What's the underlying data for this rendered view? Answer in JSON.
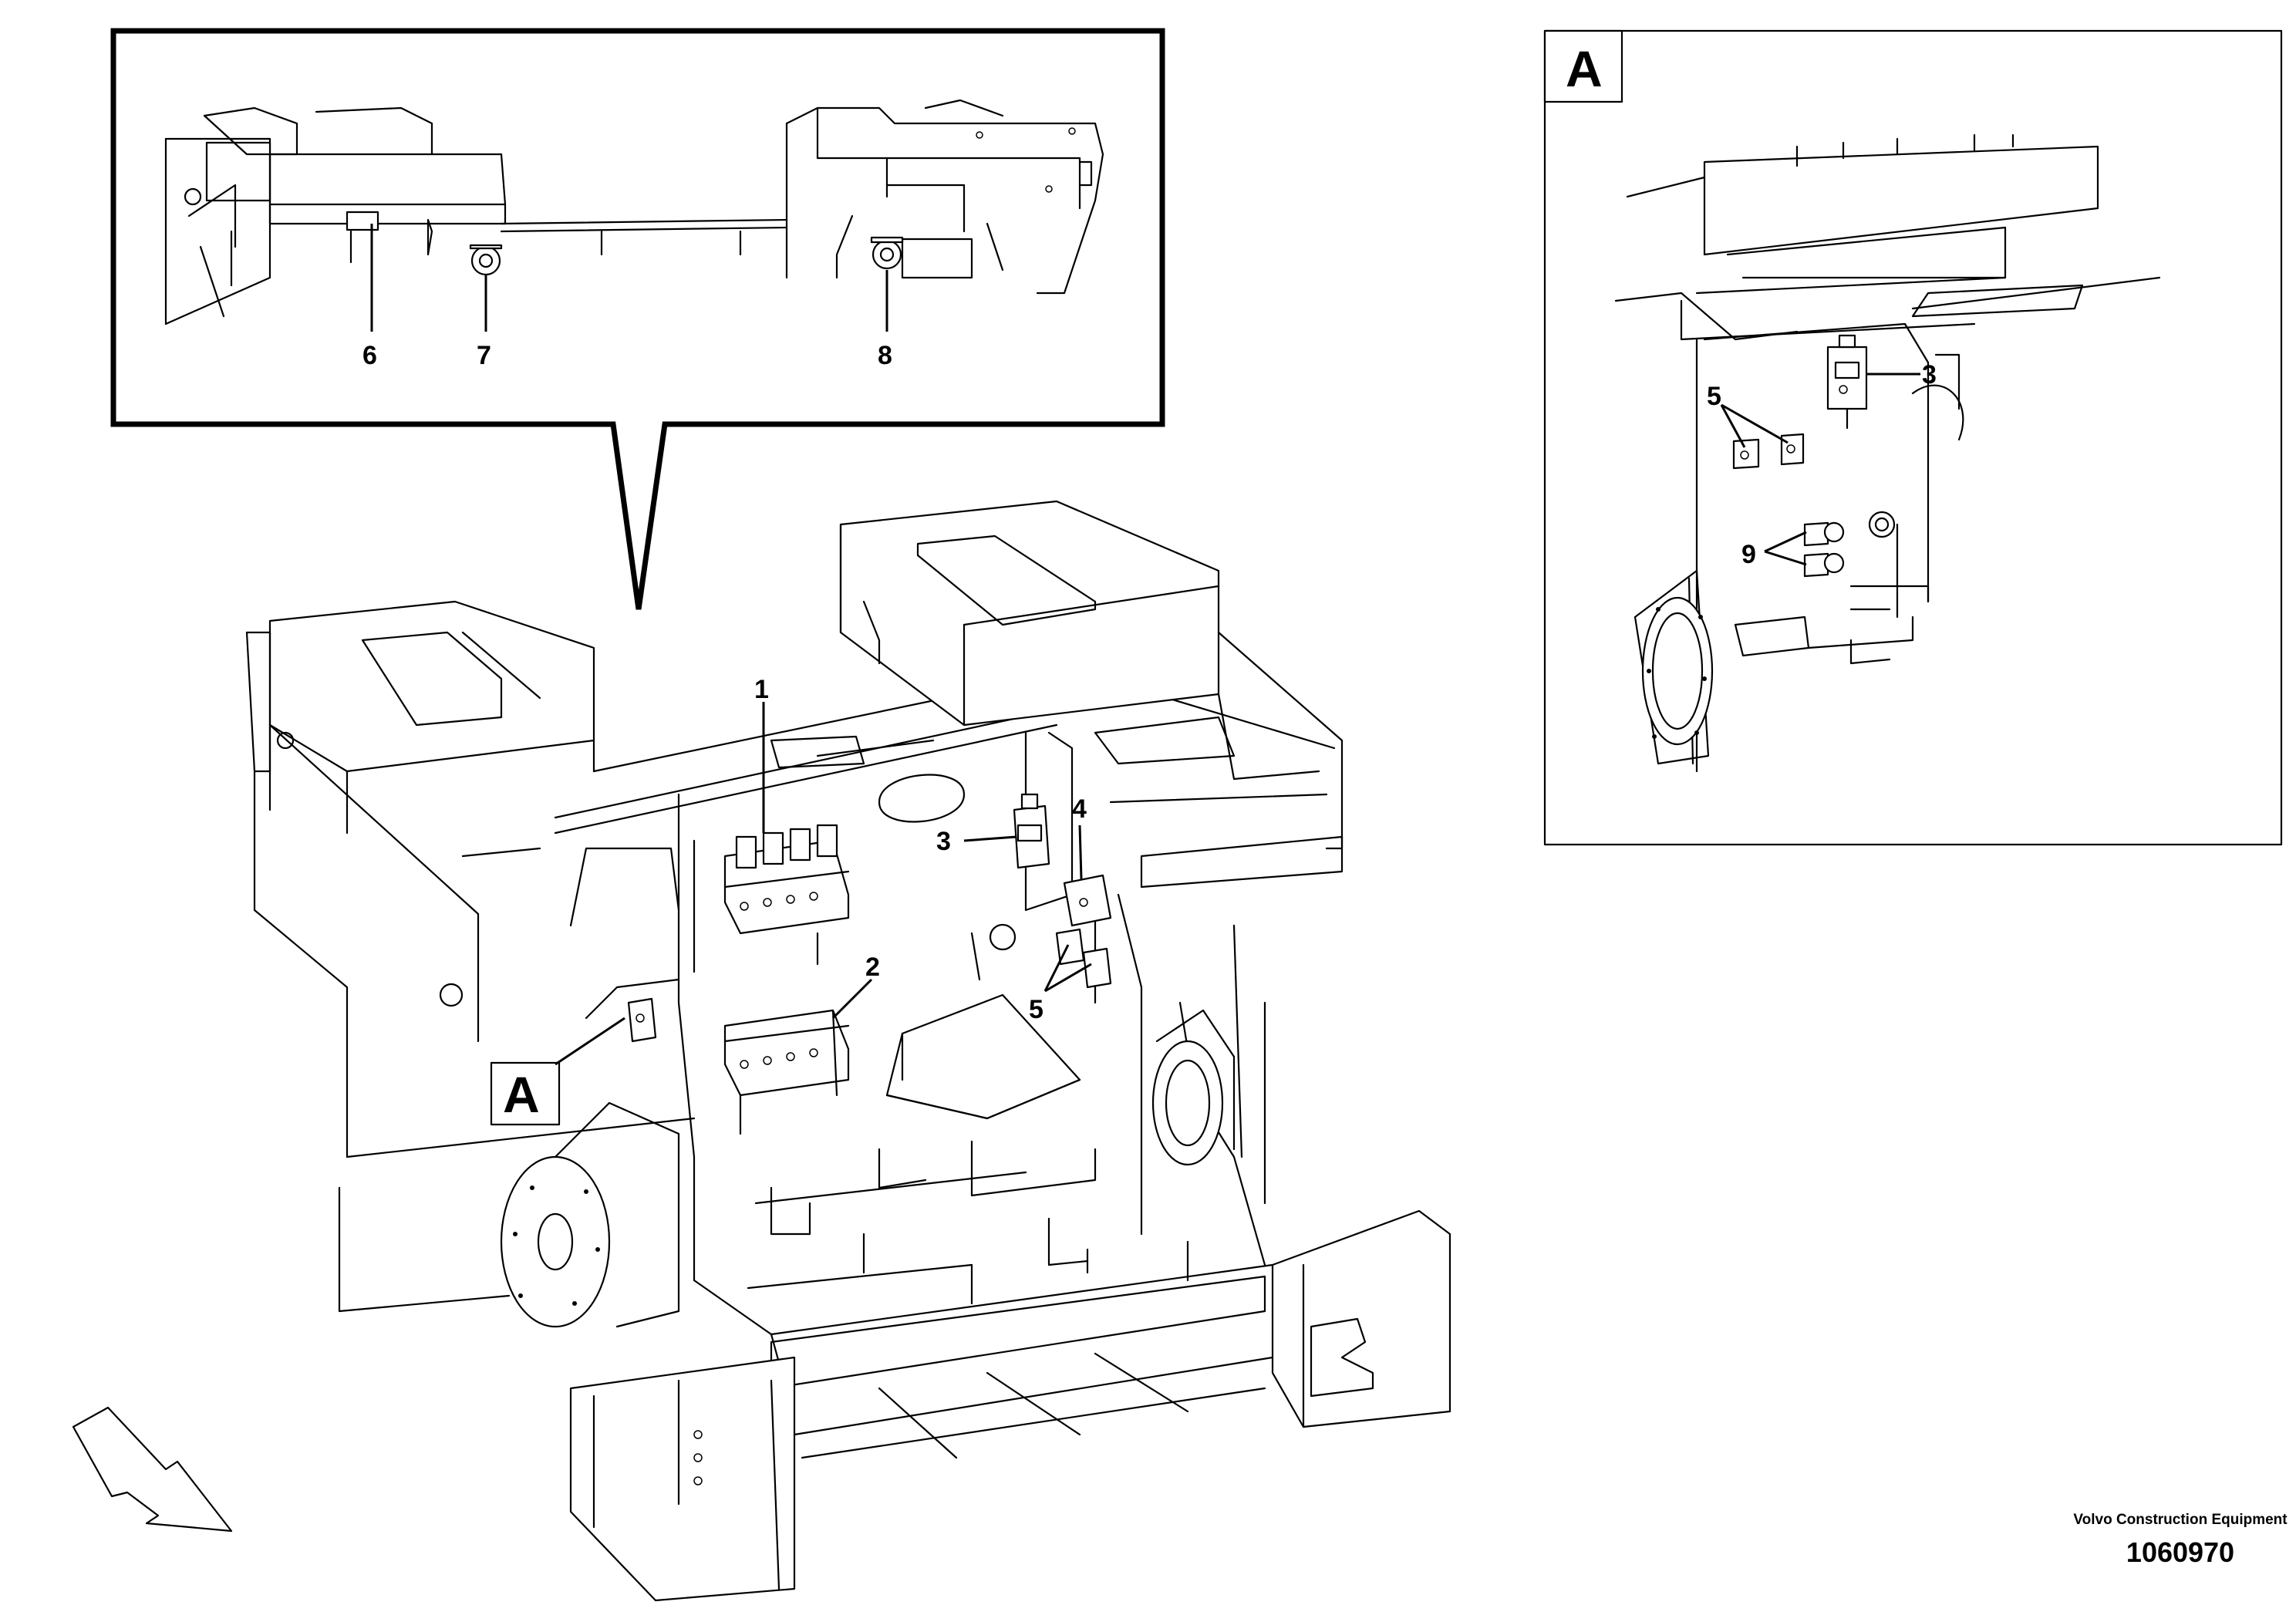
{
  "callouts": {
    "c1": "1",
    "c2": "2",
    "c3": "3",
    "c4": "4",
    "c5": "5",
    "c6": "6",
    "c7": "7",
    "c8": "8",
    "detail_c3": "3",
    "detail_c5": "5",
    "detail_c9": "9"
  },
  "detail": {
    "letter": "A",
    "reference_letter": "A"
  },
  "credit": {
    "company": "Volvo Construction Equipment",
    "drawing_number": "1060970"
  }
}
